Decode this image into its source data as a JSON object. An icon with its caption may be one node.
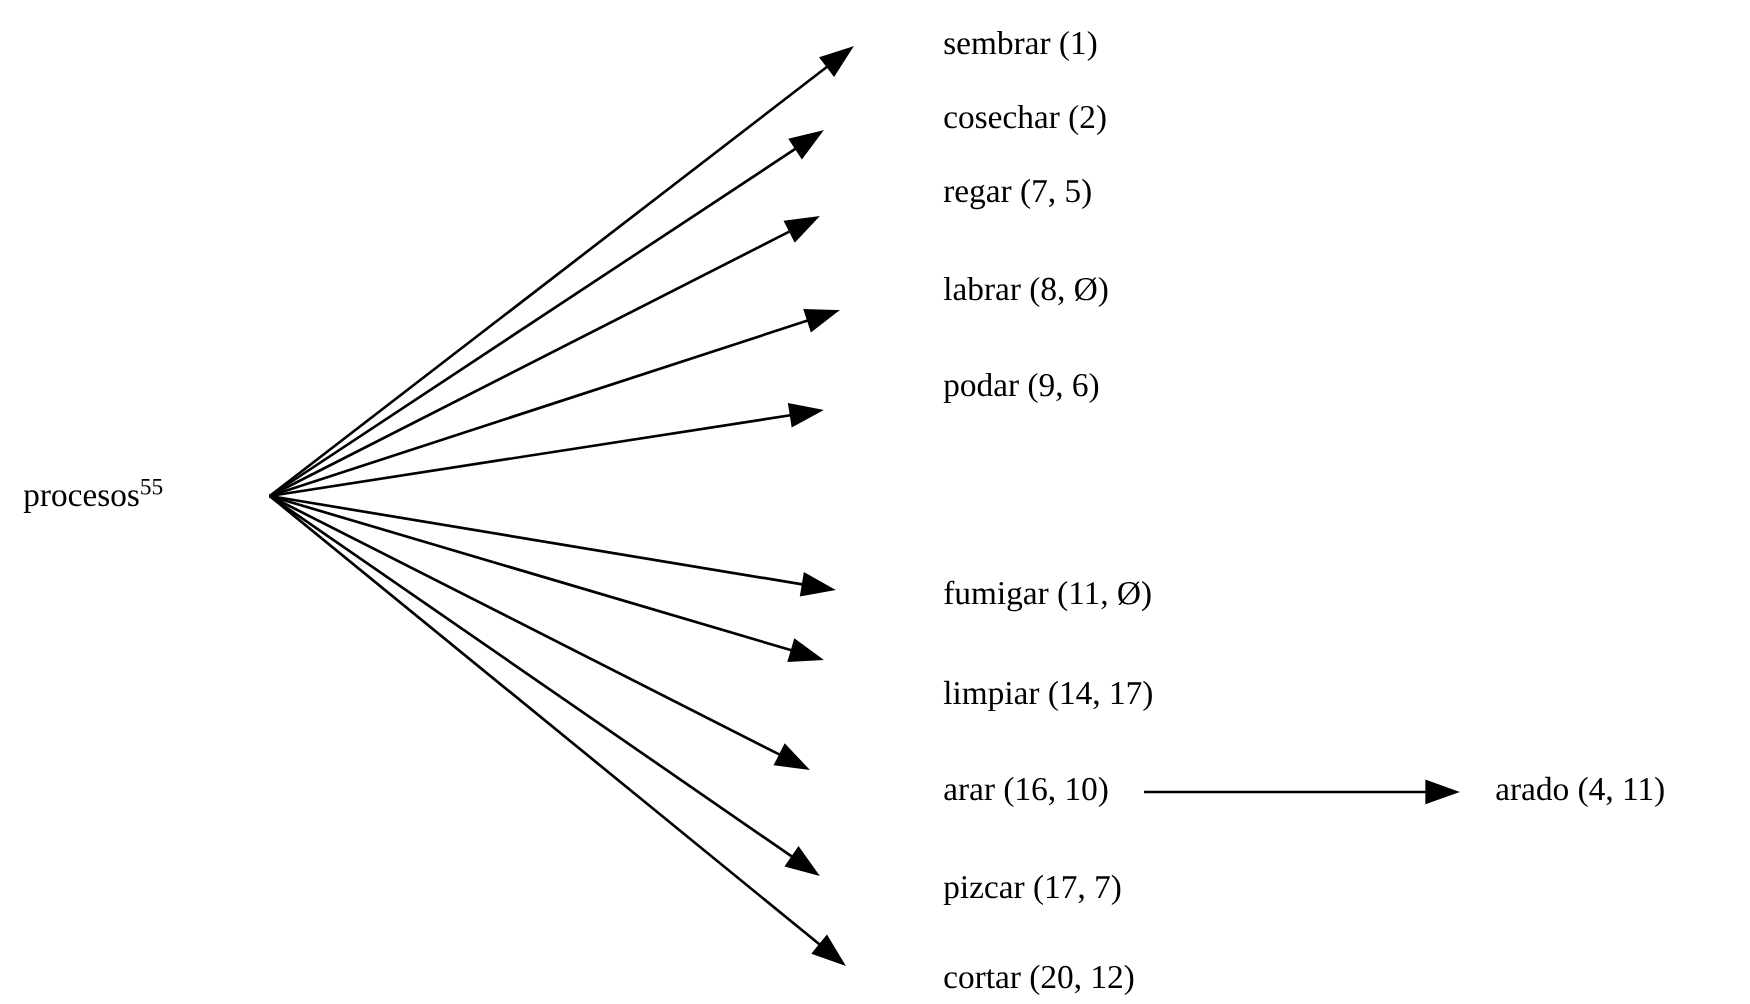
{
  "diagram": {
    "nodes": [
      {
        "text": [
          "procesos$^{55}$"
        ]
      },
      {
        "text": [
          "sembrar (1)"
        ]
      },
      {
        "text": [
          "cosechar (2)"
        ]
      },
      {
        "text": [
          "regar (7, 5)"
        ]
      },
      {
        "text": [
          "labrar (8, Ø)"
        ]
      },
      {
        "text": [
          "podar (9, 6)"
        ]
      },
      {
        "text": [
          "fumigar (11, Ø)"
        ]
      },
      {
        "text": [
          "limpiar (14, 17)"
        ]
      },
      {
        "text": [
          "arar (16, 10)"
        ]
      },
      {
        "text": [
          "pizcar (17, 7)"
        ]
      },
      {
        "text": [
          "cortar (20, 12)"
        ]
      },
      {
        "text": [
          "arado (4, 11)"
        ]
      }
    ],
    "edges": [
      {
        "from": 0,
        "to": 1,
        "arrow": "to"
      },
      {
        "from": 0,
        "to": 2,
        "arrow": "to"
      },
      {
        "from": 0,
        "to": 3,
        "arrow": "to"
      },
      {
        "from": 0,
        "to": 4,
        "arrow": "to"
      },
      {
        "from": 0,
        "to": 5,
        "arrow": "to"
      },
      {
        "from": 0,
        "to": 6,
        "arrow": "to"
      },
      {
        "from": 0,
        "to": 7,
        "arrow": "to"
      },
      {
        "from": 0,
        "to": 8,
        "arrow": "to"
      },
      {
        "from": 0,
        "to": 9,
        "arrow": "to"
      },
      {
        "from": 0,
        "to": 10,
        "arrow": "to"
      },
      {
        "from": 8,
        "to": 11,
        "arrow": "to"
      }
    ]
  }
}
